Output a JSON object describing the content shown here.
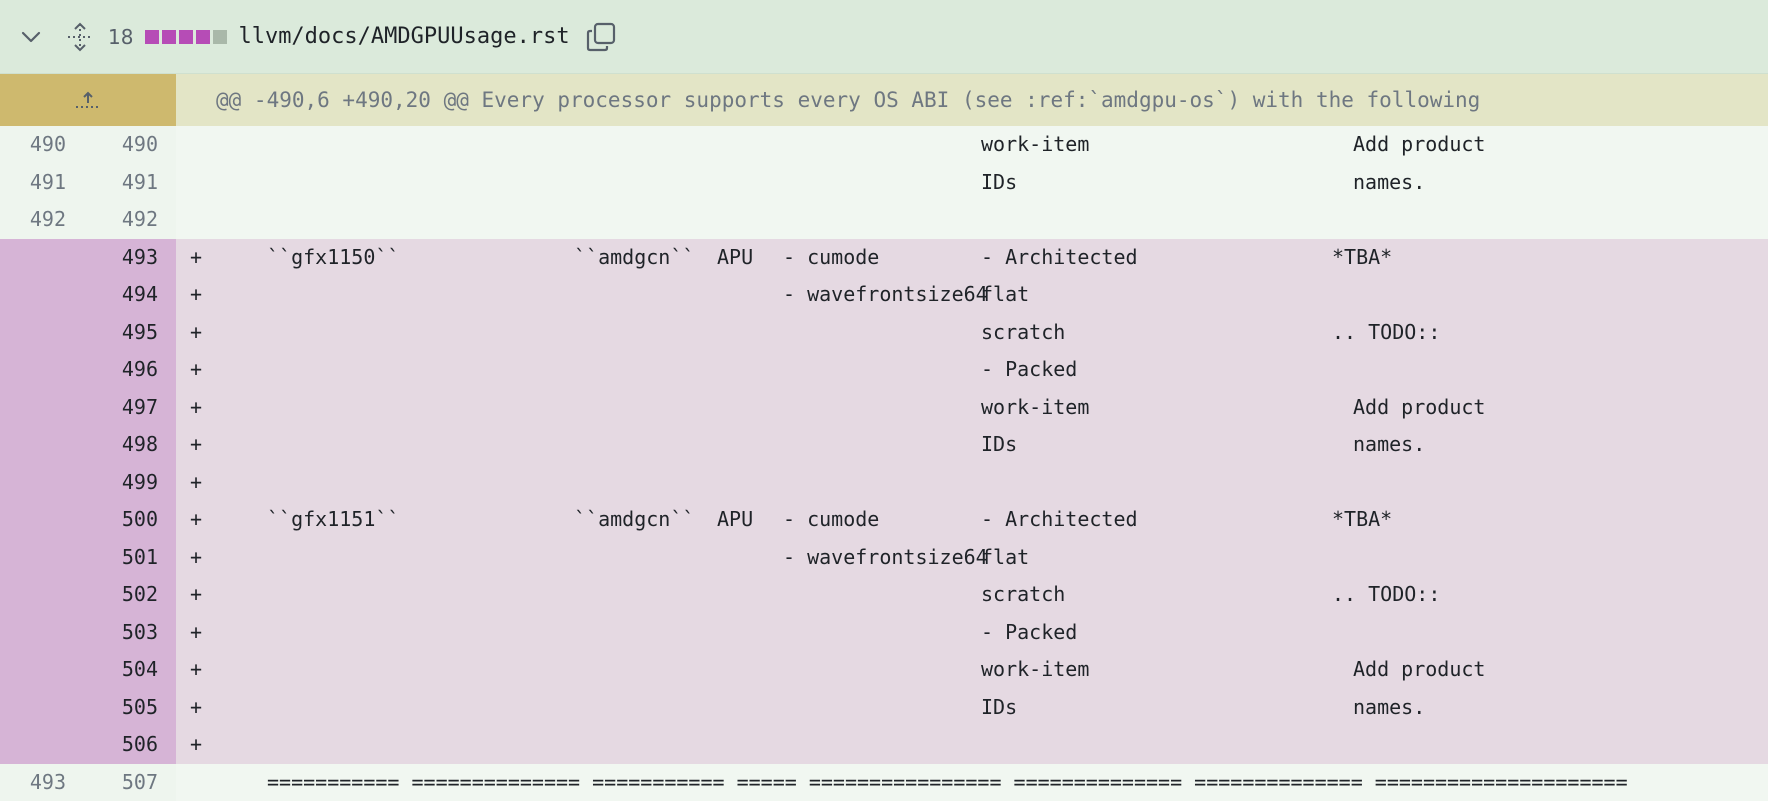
{
  "header": {
    "changes_count": "18",
    "file_path": "llvm/docs/AMDGPUUsage.rst",
    "diffstat": [
      "#b64cb6",
      "#b64cb6",
      "#b64cb6",
      "#b64cb6",
      "#a9b8a9"
    ],
    "icons": [
      "chevron-down-icon",
      "expand-icon",
      "copy-icon"
    ]
  },
  "hunk": {
    "text": "@@ -490,6 +490,20 @@ Every processor supports every OS ABI (see :ref:`amdgpu-os`) with the following",
    "icon": "expand-up-icon"
  },
  "lines": [
    {
      "old": "490",
      "new": "490",
      "type": "ctx",
      "marker": "",
      "cols": {
        "feat": "work-item",
        "note": "Add product"
      }
    },
    {
      "old": "491",
      "new": "491",
      "type": "ctx",
      "marker": "",
      "cols": {
        "feat": "IDs",
        "note": "names."
      }
    },
    {
      "old": "492",
      "new": "492",
      "type": "ctx",
      "marker": "",
      "cols": {}
    },
    {
      "old": "",
      "new": "493",
      "type": "add",
      "marker": "+",
      "cols": {
        "proc": "``gfx1150``",
        "arch": "``amdgcn``",
        "apu": "APU",
        "tgt": "- cumode",
        "feat": "- Architected",
        "tba": "*TBA*"
      }
    },
    {
      "old": "",
      "new": "494",
      "type": "add",
      "marker": "+",
      "cols": {
        "tgt": "- wavefrontsize64",
        "feat": "flat"
      }
    },
    {
      "old": "",
      "new": "495",
      "type": "add",
      "marker": "+",
      "cols": {
        "feat": "scratch",
        "tba": ".. TODO::"
      }
    },
    {
      "old": "",
      "new": "496",
      "type": "add",
      "marker": "+",
      "cols": {
        "feat": "- Packed"
      }
    },
    {
      "old": "",
      "new": "497",
      "type": "add",
      "marker": "+",
      "cols": {
        "feat": "work-item",
        "note": "Add product"
      }
    },
    {
      "old": "",
      "new": "498",
      "type": "add",
      "marker": "+",
      "cols": {
        "feat": "IDs",
        "note": "names."
      }
    },
    {
      "old": "",
      "new": "499",
      "type": "add",
      "marker": "+",
      "cols": {}
    },
    {
      "old": "",
      "new": "500",
      "type": "add",
      "marker": "+",
      "cols": {
        "proc": "``gfx1151``",
        "arch": "``amdgcn``",
        "apu": "APU",
        "tgt": "- cumode",
        "feat": "- Architected",
        "tba": "*TBA*"
      }
    },
    {
      "old": "",
      "new": "501",
      "type": "add",
      "marker": "+",
      "cols": {
        "tgt": "- wavefrontsize64",
        "feat": "flat"
      }
    },
    {
      "old": "",
      "new": "502",
      "type": "add",
      "marker": "+",
      "cols": {
        "feat": "scratch",
        "tba": ".. TODO::"
      }
    },
    {
      "old": "",
      "new": "503",
      "type": "add",
      "marker": "+",
      "cols": {
        "feat": "- Packed"
      }
    },
    {
      "old": "",
      "new": "504",
      "type": "add",
      "marker": "+",
      "cols": {
        "feat": "work-item",
        "note": "Add product"
      }
    },
    {
      "old": "",
      "new": "505",
      "type": "add",
      "marker": "+",
      "cols": {
        "feat": "IDs",
        "note": "names."
      }
    },
    {
      "old": "",
      "new": "506",
      "type": "add",
      "marker": "+",
      "cols": {}
    },
    {
      "old": "493",
      "new": "507",
      "type": "ctx",
      "marker": "",
      "cols": {
        "rule": "=========== ============== =========== ===== ================ ============== ============== ====================="
      }
    }
  ]
}
